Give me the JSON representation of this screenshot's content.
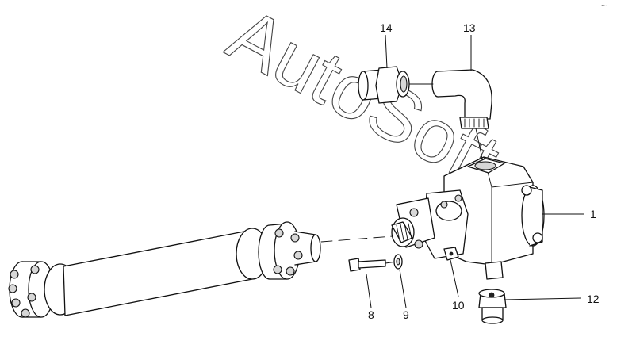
{
  "watermark": "AutoSoft",
  "corner_mark": "~-",
  "callouts": [
    {
      "id": "c1",
      "label": "1"
    },
    {
      "id": "c8",
      "label": "8"
    },
    {
      "id": "c9",
      "label": "9"
    },
    {
      "id": "c10",
      "label": "10"
    },
    {
      "id": "c12",
      "label": "12"
    },
    {
      "id": "c13",
      "label": "13"
    },
    {
      "id": "c14",
      "label": "14"
    }
  ]
}
